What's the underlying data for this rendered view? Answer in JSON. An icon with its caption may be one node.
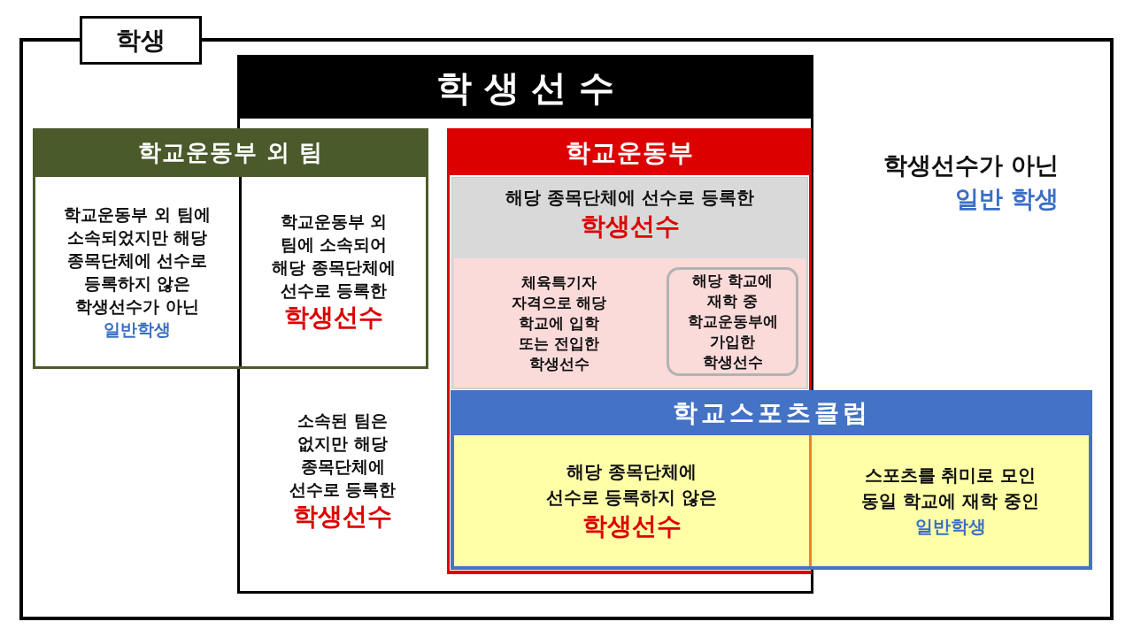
{
  "diagram": {
    "nodes": [
      {
        "text": [
          "학생"
        ]
      },
      {
        "text": [
          "학 생 선 수"
        ],
        "in": 0
      },
      {
        "text": [
          "학교운동부 외 팀"
        ],
        "in": 0
      },
      {
        "text": [
          "학교운동부 외 팀에 소속되었지만 해당 종목단체에 선수로 등록하지 않은 학생선수가 아닌",
          "일반학생"
        ],
        "in": 2
      },
      {
        "text": [
          "학교운동부 외 팀에 소속되어 해당 종목단체에 선수로 등록한",
          "학생선수"
        ]
      },
      {
        "text": [
          "학교운동부"
        ],
        "in": 1
      },
      {
        "text": [
          "해당 종목단체에 선수로 등록한",
          "학생선수"
        ],
        "in": 5
      },
      {
        "text": [
          "체육특기자 자격으로 해당 학교에 입학 또는 전입한 학생선수"
        ],
        "in": 6
      },
      {
        "text": [
          "해당 학교에 재학 중 학교운동부에 가입한 학생선수"
        ],
        "in": 7
      },
      {
        "text": [
          "학교스포츠클럽"
        ],
        "in": 0
      },
      {
        "text": [
          "해당 종목단체에 선수로 등록하지 않은",
          "학생선수"
        ]
      },
      {
        "text": [
          "스포츠를 취미로 모인 동일 학교에 재학 중인",
          "일반학생"
        ],
        "in": 9
      }
    ],
    "labels": [
      "학생선수가 아닌",
      "일반 학생",
      "소속된 팀은 없지만 해당 종목단체에 선수로 등록한",
      "학생선수"
    ]
  }
}
